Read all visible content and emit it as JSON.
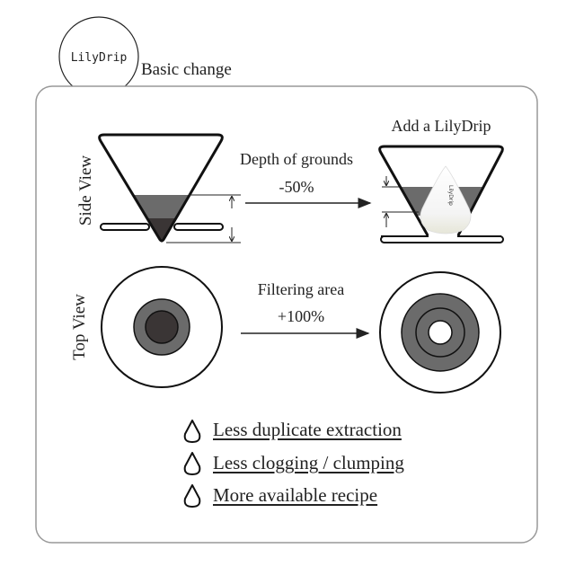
{
  "logo": {
    "text": "LilyDrip"
  },
  "heading": "Basic change",
  "side_view": {
    "label": "Side View",
    "after_label": "Add a LilyDrip",
    "metric": "Depth of grounds",
    "change": "-50%",
    "cone_text": "LilyDrip"
  },
  "top_view": {
    "label": "Top View",
    "metric": "Filtering area",
    "change": "+100%"
  },
  "benefits": [
    {
      "icon": "drop-icon",
      "text": "Less duplicate extraction"
    },
    {
      "icon": "drop-icon",
      "text": "Less clogging / clumping"
    },
    {
      "icon": "drop-icon",
      "text": "More available recipe"
    }
  ],
  "colors": {
    "grounds": "#6b6b6b",
    "grounds_dark": "#3a3535",
    "border": "#999999"
  }
}
